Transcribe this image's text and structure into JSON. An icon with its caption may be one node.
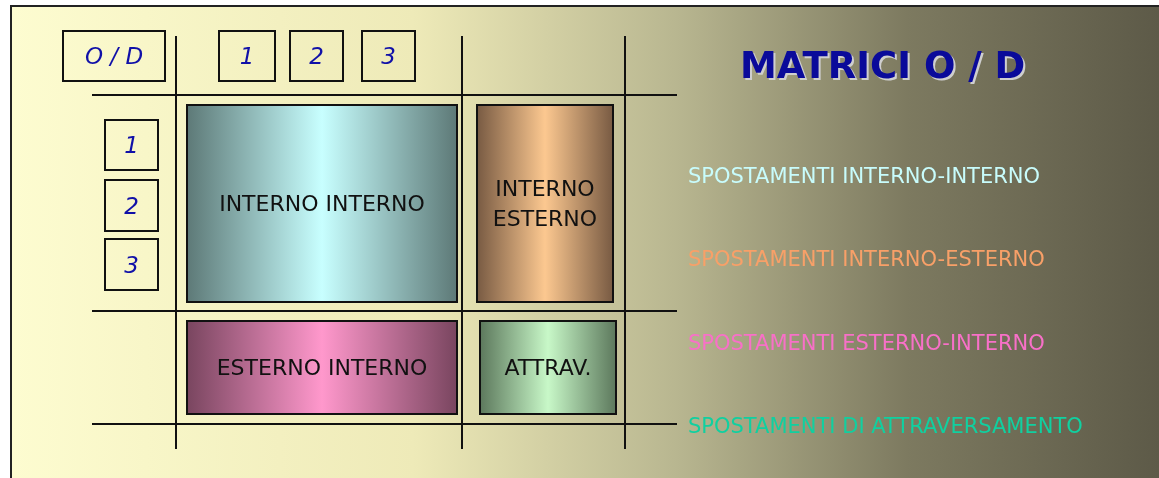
{
  "diagram": {
    "title": "MATRICI O / D",
    "nodes": [
      {
        "text": [
          "O / D"
        ]
      },
      {
        "text": [
          "1"
        ]
      },
      {
        "text": [
          "2"
        ]
      },
      {
        "text": [
          "3"
        ]
      },
      {
        "text": [
          "1"
        ]
      },
      {
        "text": [
          "2"
        ]
      },
      {
        "text": [
          "3"
        ]
      },
      {
        "text": [
          "INTERNO INTERNO"
        ]
      },
      {
        "text": [
          "INTERNO ESTERNO"
        ]
      },
      {
        "text": [
          "ESTERNO INTERNO"
        ]
      },
      {
        "text": [
          "ATTRAV."
        ]
      }
    ],
    "labels": [
      "SPOSTAMENTI INTERNO-INTERNO",
      "SPOSTAMENTI INTERNO-ESTERNO",
      "SPOSTAMENTI ESTERNO-INTERNO",
      "SPOSTAMENTI DI ATTRAVERSAMENTO"
    ]
  }
}
